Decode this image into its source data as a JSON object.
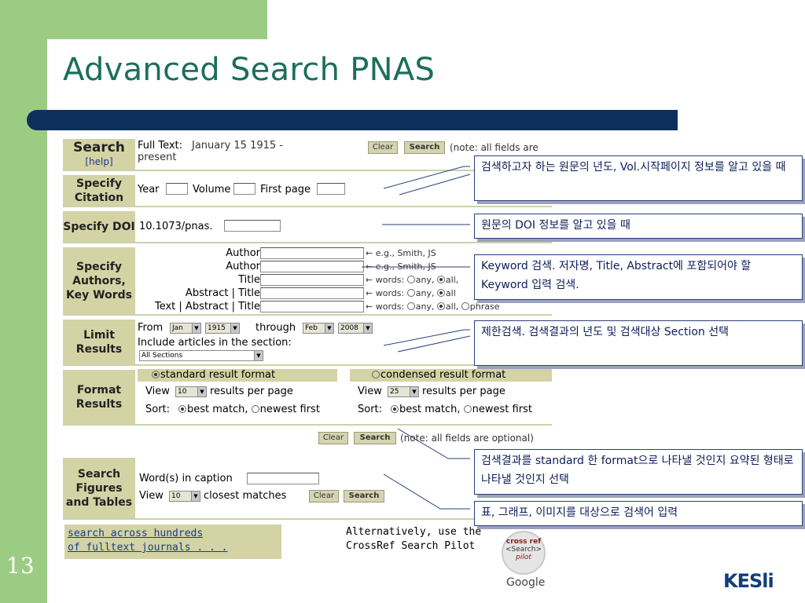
{
  "slide": {
    "title": "Advanced Search PNAS",
    "page_number": "13",
    "logo_text": "KESli"
  },
  "sections": {
    "search": {
      "label": "Search",
      "help": "[help]",
      "full_text_label": "Full Text:",
      "full_text_value": "January 15 1915 - present",
      "clear": "Clear",
      "search": "Search",
      "note": "(note: all fields are"
    },
    "citation": {
      "label": "Specify Citation",
      "year": "Year",
      "volume": "Volume",
      "first_page": "First page"
    },
    "doi": {
      "label": "Specify DOI",
      "prefix": "10.1073/pnas."
    },
    "authors": {
      "label": "Specify Authors, Key Words",
      "rows": [
        {
          "label": "Author",
          "hint": "← e.g., Smith, JS"
        },
        {
          "label": "Author",
          "hint": "← e.g., Smith, JS"
        },
        {
          "label": "Title",
          "hint": "← words:",
          "any": "any,",
          "all": "all,"
        },
        {
          "label": "Abstract | Title",
          "hint": "← words:",
          "any": "any,",
          "all": "all"
        },
        {
          "label": "Text | Abstract | Title",
          "hint": "← words:",
          "any": "any,",
          "all": "all,",
          "phrase": "phrase"
        }
      ]
    },
    "limit": {
      "label": "Limit Results",
      "from": "From",
      "from_month": "Jan",
      "from_year": "1915",
      "through": "through",
      "to_month": "Feb",
      "to_year": "2008",
      "include": "Include articles in the section:",
      "section_value": "All Sections"
    },
    "format": {
      "label": "Format Results",
      "standard": "standard result format",
      "condensed": "condensed result format",
      "view": "View",
      "view_std": "10",
      "view_cond": "25",
      "per_page": "results per page",
      "sort": "Sort:",
      "best": "best match,",
      "newest": "newest first"
    },
    "actions": {
      "clear": "Clear",
      "search": "Search",
      "note": "(note: all fields are optional)"
    },
    "figures": {
      "label": "Search Figures and Tables",
      "caption": "Word(s) in caption",
      "view": "View",
      "view_value": "10",
      "closest": "closest matches",
      "clear": "Clear",
      "search": "Search"
    },
    "crossref": {
      "link_line1": "search across hundreds",
      "link_line2": "of fulltext journals . . .",
      "alt_line1": "Alternatively, use the",
      "alt_line2": "CrossRef Search Pilot",
      "badge_top": "cross ref",
      "badge_mid": "<Search>",
      "badge_bottom": "pilot",
      "google": "Google"
    }
  },
  "callouts": {
    "c1": "검색하고자 하는 원문의 년도, Vol.시작페이지 정보를 알고 있을 때",
    "c2": "원문의 DOI 정보를 알고 있을 때",
    "c3": "Keyword 검색. 저자명, Title, Abstract에 포함되어야 할 Keyword 입력 검색.",
    "c4": "제한검색. 검색결과의 년도 및 검색대상 Section 선택",
    "c5": "검색결과를 standard 한 format으로 나타낼 것인지 요약된 형태로 나타낼 것인지 선택",
    "c6": "표, 그래프, 이미지를 대상으로 검색어 입력"
  }
}
